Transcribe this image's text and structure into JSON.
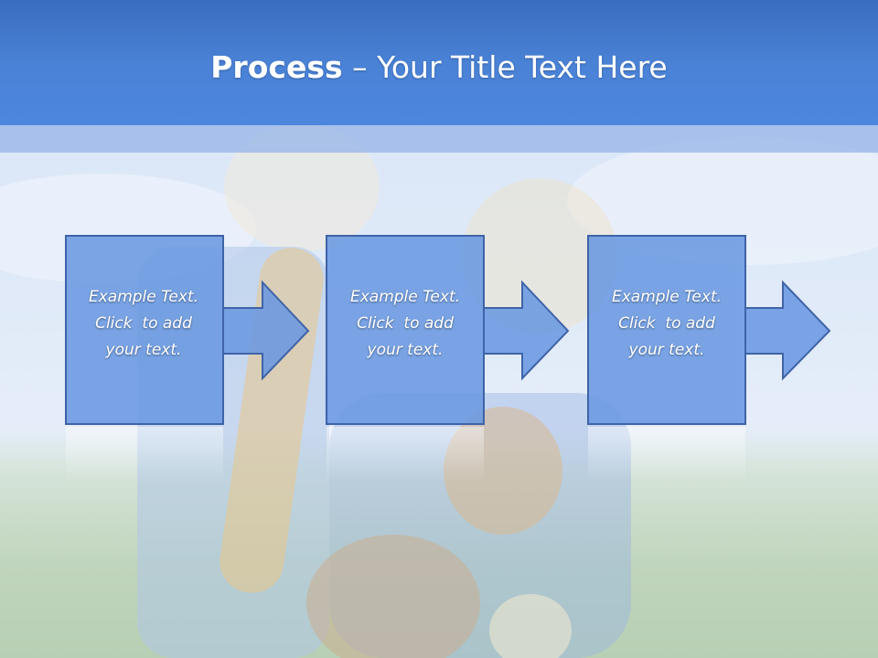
{
  "slide": {
    "title_bold": "Process",
    "title_dash": " – ",
    "title_rest": "Your Title Text Here"
  },
  "steps": [
    {
      "line1": "Example Text.",
      "line2": "Click  to add",
      "line3": "your text."
    },
    {
      "line1": "Example Text.",
      "line2": "Click  to add",
      "line3": "your text."
    },
    {
      "line1": "Example Text.",
      "line2": "Click  to add",
      "line3": "your text."
    }
  ],
  "colors": {
    "title_band": "#4a82d6",
    "box_fill": "#6a98e0",
    "box_stroke": "#3f63a8"
  }
}
